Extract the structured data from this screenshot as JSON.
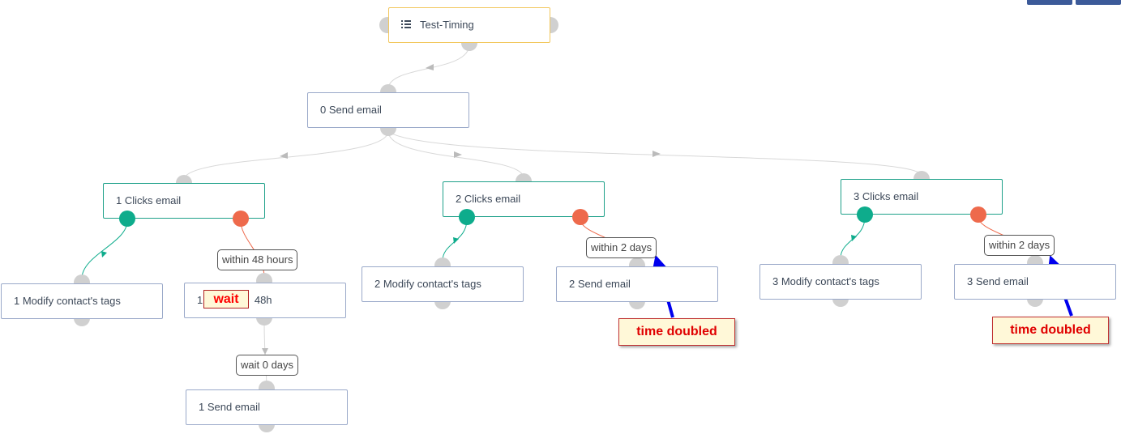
{
  "root": {
    "title": "Test-Timing",
    "icon": "list-icon"
  },
  "nodes": {
    "send0": "0 Send email",
    "clicks1": "1 Clicks email",
    "clicks2": "2 Clicks email",
    "clicks3": "3 Clicks email",
    "modify1": "1 Modify contact's tags",
    "modify2": "2 Modify contact's tags",
    "modify3": "3 Modify contact's tags",
    "wait1_prefix": "1 ",
    "wait1_suffix": "48h",
    "send1": "1 Send email",
    "send2": "2 Send email",
    "send3": "3 Send email"
  },
  "labels": {
    "within48": "within 48 hours",
    "within2a": "within 2 days",
    "within2b": "within 2 days",
    "wait0": "wait 0 days"
  },
  "annotations": {
    "wait": "wait",
    "time_doubled_1": "time doubled",
    "time_doubled_2": "time doubled"
  },
  "colors": {
    "yes_branch": "#0eac8c",
    "no_branch": "#ee6a4c",
    "connector": "#d0d0d0",
    "arrow_annotation": "#0000ee",
    "annotation_text": "#e00000"
  }
}
